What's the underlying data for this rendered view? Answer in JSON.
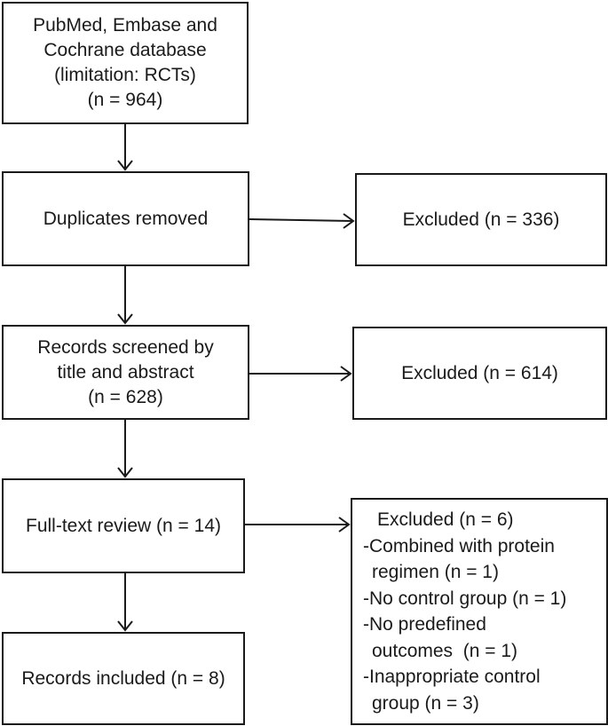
{
  "boxes": {
    "source": {
      "lines": [
        "PubMed, Embase and",
        "Cochrane database",
        "(limitation: RCTs)",
        "(n = 964)"
      ]
    },
    "duplicates": {
      "lines": [
        "Duplicates removed"
      ]
    },
    "excluded_duplicates": {
      "lines": [
        "Excluded (n = 336)"
      ]
    },
    "screened": {
      "lines": [
        "Records screened by",
        "title and abstract",
        "(n = 628)"
      ]
    },
    "excluded_screening": {
      "lines": [
        "Excluded (n = 614)"
      ]
    },
    "fulltext": {
      "lines": [
        "Full-text review (n = 14)"
      ]
    },
    "excluded_fulltext": {
      "lines": [
        "Excluded (n = 6)",
        "-Combined with protein",
        "regimen (n = 1)",
        "-No control group (n = 1)",
        "-No predefined",
        "outcomes  (n = 1)",
        "-Inappropriate control",
        "group (n = 3)"
      ]
    },
    "included": {
      "lines": [
        "Records included (n = 8)"
      ]
    }
  }
}
